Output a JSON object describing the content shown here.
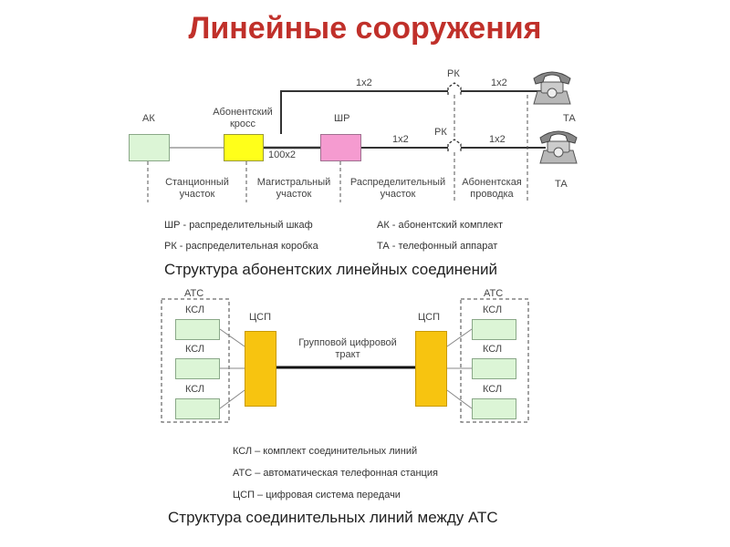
{
  "title": "Линейные сооружения",
  "top_diagram": {
    "labels": {
      "ak": "АК",
      "cross": "Абонентский\nкросс",
      "shr": "ШР",
      "rk_top": "РК",
      "rk_bottom": "РК",
      "pairs_top_1": "1х2",
      "pairs_top_2": "1х2",
      "pairs_bottom_1": "1х2",
      "pairs_bottom_2": "1х2",
      "pairs_main": "100х2",
      "ta_top": "ТА",
      "ta_bottom": "ТА"
    },
    "sections": {
      "station": "Станционный\nучасток",
      "main": "Магистральный\nучасток",
      "distribution": "Распределительный\nучасток",
      "subscriber": "Абонентская\nпроводка"
    },
    "legend": {
      "shr": "ШР - распределительный шкаф",
      "rk": "РК - распределительная коробка",
      "ak": "АК - абонентский комплект",
      "ta": "ТА - телефонный аппарат"
    },
    "caption": "Структура абонентских линейных соединений"
  },
  "bottom_diagram": {
    "labels": {
      "ats_left": "АТС",
      "ats_right": "АТС",
      "csp_left": "ЦСП",
      "csp_right": "ЦСП",
      "ksl_l1": "КСЛ",
      "ksl_l2": "КСЛ",
      "ksl_l3": "КСЛ",
      "ksl_r1": "КСЛ",
      "ksl_r2": "КСЛ",
      "ksl_r3": "КСЛ",
      "trunk": "Групповой цифровой\nтракт"
    },
    "legend": {
      "ksl": "КСЛ – комплект соединительных линий",
      "ats": "АТС – автоматическая телефонная станция",
      "csp": "ЦСП – цифровая система передачи"
    },
    "caption": "Структура соединительных линий между АТС"
  },
  "colors": {
    "title": "#c0302a",
    "green": "#dcf5d6",
    "yellow": "#ffff1a",
    "pink": "#f59bd0",
    "orange": "#f7c410"
  },
  "icons": [
    "telephone-icon",
    "junction-box-icon"
  ]
}
